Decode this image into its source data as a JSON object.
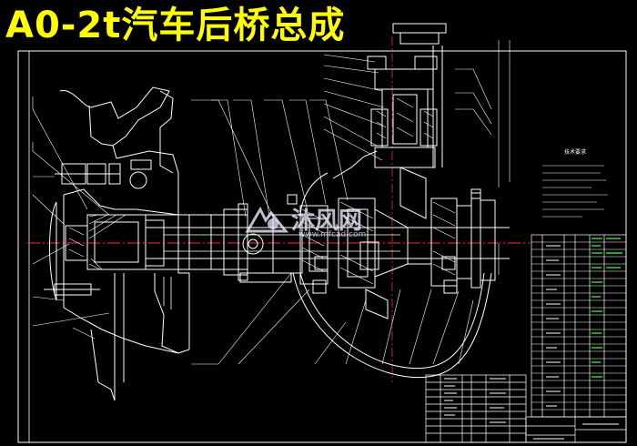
{
  "title": "A0-2t汽车后桥总成",
  "watermark": {
    "text": "沐风网",
    "url": "www.mfcad.com"
  },
  "notes_title": "技术要求",
  "colors": {
    "background": "#000000",
    "title": "#ffff00",
    "lines": "#ffffff",
    "centerline": "#ff2a2a"
  }
}
